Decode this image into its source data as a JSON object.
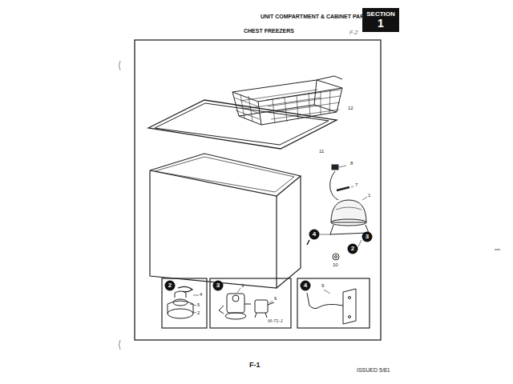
{
  "diagram": {
    "title": "CHEST FREEZERS",
    "nodes": [
      {
        "text": [
          "SECTION",
          "1"
        ]
      },
      {
        "text": [
          "4"
        ]
      },
      {
        "text": [
          "2"
        ]
      },
      {
        "text": [
          "3"
        ]
      },
      {
        "text": [
          "2"
        ]
      },
      {
        "text": [
          "3"
        ]
      },
      {
        "text": [
          "4"
        ]
      }
    ],
    "labels": [
      "UNIT COMPARTMENT & CABINET PARTS",
      "F-2",
      "12",
      "11",
      "8",
      "7",
      "1",
      "10",
      "4",
      "5",
      "2",
      "3",
      "6",
      "M-71-1",
      "9",
      "F-1",
      "ISSUED 5/81"
    ]
  }
}
